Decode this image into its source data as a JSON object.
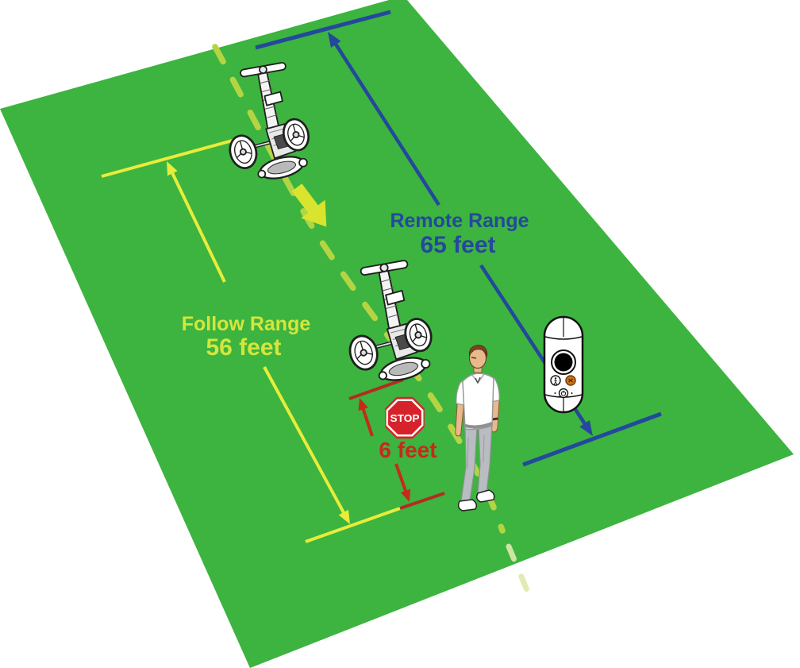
{
  "measurements": {
    "remote_range": {
      "label": "Remote Range",
      "value": "65 feet",
      "color": "#24489c"
    },
    "follow_range": {
      "label": "Follow Range",
      "value": "56 feet",
      "color": "#d6e53c"
    },
    "stop_distance": {
      "value": "6 feet",
      "color": "#c52a1c"
    }
  },
  "stop_sign": {
    "text": "STOP",
    "fill": "#d6232b",
    "border": "#ffffff"
  },
  "objects": {
    "field": "green golf field (perspective rectangle)",
    "trolley_far": "golf-trolley-icon",
    "trolley_near": "golf-trolley-icon",
    "golfer": "golfer-figure",
    "remote": "remote-control-handset",
    "travel_path": "dashed trolley travel path",
    "direction_arrow": "block arrow showing trolley direction"
  },
  "colors": {
    "field": "#3cb43f",
    "trail": "#b5d444",
    "trail_faded": "#dfe9ab",
    "blue": "#24489c",
    "yellow": "#e9ec3b",
    "yellow_text": "#d6e53c",
    "arrow_yellow": "#d8e42e",
    "red": "#c52a1c",
    "red_line": "#b22d1e",
    "stop_red": "#d6232b"
  }
}
